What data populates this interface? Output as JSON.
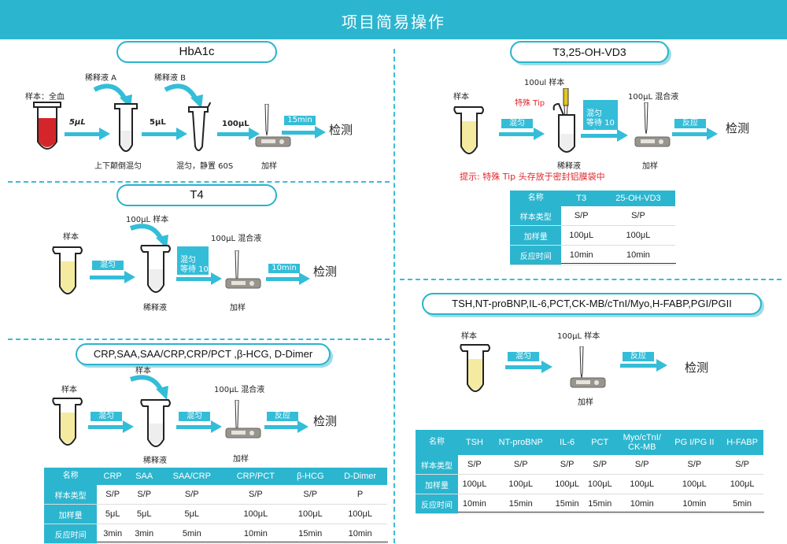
{
  "title": "项目简易操作",
  "sections": {
    "hba1c": {
      "title": "HbA1c",
      "sample": "样本：全血",
      "diluent_a": "稀释液 A",
      "diluent_b": "稀释液 B",
      "vol1": "5μL",
      "vol2": "5μL",
      "vol3": "100μL",
      "time": "15min",
      "detect": "检测",
      "step1_note": "上下颠倒混匀",
      "step2_note": "混匀，静置 60S",
      "add_sample": "加样"
    },
    "t4": {
      "title": "T4",
      "sample": "样本",
      "top_label": "100μL 样本",
      "mix": "混匀",
      "wait": "混匀\n等待 10\nmin",
      "mix_vol": "100μL 混合液",
      "time": "10min",
      "detect": "检测",
      "diluent": "稀释液",
      "add_sample": "加样"
    },
    "crp": {
      "title": "CRP,SAA,SAA/CRP,CRP/PCT ,β-HCG,  D-Dimer",
      "sample": "样本",
      "top_label": "样本",
      "mix1": "混匀",
      "mix2": "混匀",
      "react": "反应",
      "mix_vol": "100μL 混合液",
      "detect": "检测",
      "diluent": "稀释液",
      "add_sample": "加样",
      "table": {
        "headers": [
          "名称",
          "CRP",
          "SAA",
          "SAA/CRP",
          "CRP/PCT",
          "β-HCG",
          "D-Dimer"
        ],
        "rows": [
          [
            "样本类型",
            "S/P",
            "S/P",
            "S/P",
            "S/P",
            "S/P",
            "P"
          ],
          [
            "加样量",
            "5μL",
            "5μL",
            "5μL",
            "100μL",
            "100μL",
            "100μL"
          ],
          [
            "反应时间",
            "3min",
            "3min",
            "5min",
            "10min",
            "15min",
            "10min"
          ]
        ]
      }
    },
    "t3": {
      "title": "T3,25-OH-VD3",
      "sample": "样本",
      "top_label": "100ul 样本",
      "tip": "特殊 Tip",
      "mix": "混匀",
      "wait": "混匀\n等待 10\nmin",
      "mix_vol": "100μL 混合液",
      "react": "反应",
      "detect": "检测",
      "diluent": "稀释液",
      "add_sample": "加样",
      "hint": "提示: 特殊 Tip 头存放于密封铝膜袋中",
      "table": {
        "headers": [
          "名称",
          "T3",
          "25-OH-VD3"
        ],
        "rows": [
          [
            "样本类型",
            "S/P",
            "S/P"
          ],
          [
            "加样量",
            "100μL",
            "100μL"
          ],
          [
            "反应时间",
            "10min",
            "10min"
          ]
        ]
      }
    },
    "tsh": {
      "title": "TSH,NT-proBNP,IL-6,PCT,CK-MB/cTnI/Myo,H-FABP,PGI/PGII",
      "sample": "样本",
      "top_label": "100μL 样本",
      "mix": "混匀",
      "react": "反应",
      "detect": "检测",
      "add_sample": "加样",
      "table": {
        "headers": [
          "名称",
          "TSH",
          "NT-proBNP",
          "IL-6",
          "PCT",
          "Myo/cTnI/\nCK-MB",
          "PG I/PG II",
          "H-FABP"
        ],
        "rows": [
          [
            "样本类型",
            "S/P",
            "S/P",
            "S/P",
            "S/P",
            "S/P",
            "S/P",
            "S/P"
          ],
          [
            "加样量",
            "100μL",
            "100μL",
            "100μL",
            "100μL",
            "100μL",
            "100μL",
            "100μL"
          ],
          [
            "反应时间",
            "10min",
            "15min",
            "15min",
            "15min",
            "10min",
            "10min",
            "5min"
          ]
        ]
      }
    }
  },
  "colors": {
    "accent": "#2cb5cf",
    "arrow": "#34bdd8",
    "blood": "#d4262a",
    "serum": "#f4eba0",
    "hint": "#e0262a"
  }
}
